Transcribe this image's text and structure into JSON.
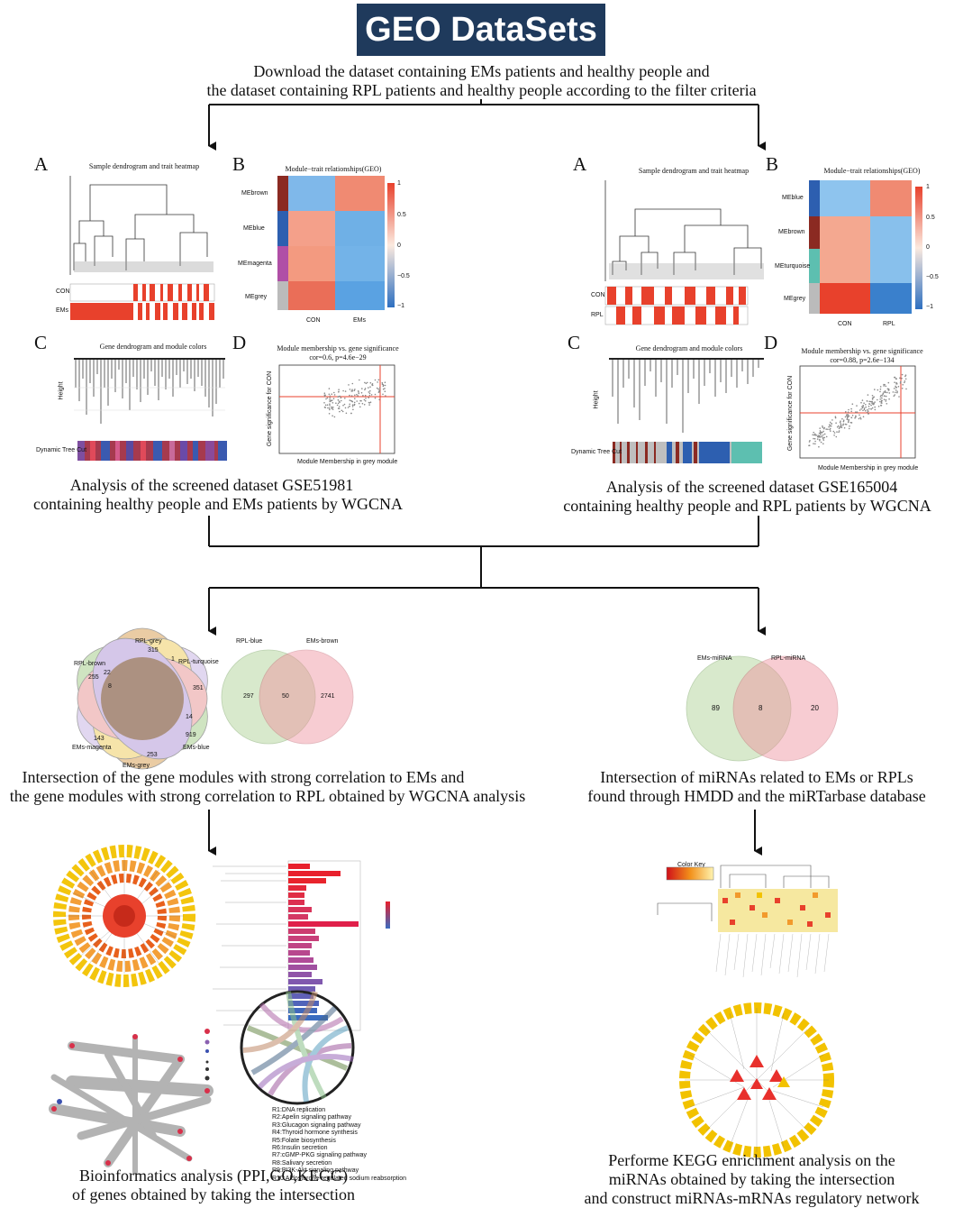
{
  "header": {
    "title": "GEO DataSets",
    "download_text_1": "Download the dataset containing EMs patients and healthy people and",
    "download_text_2": "the dataset containing RPL patients and healthy people according to the filter criteria"
  },
  "left_wgcna": {
    "panel_a": {
      "letter": "A",
      "title": "Sample dendrogram and trait heatmap",
      "row1": "CON",
      "row2": "EMs"
    },
    "panel_b": {
      "letter": "B",
      "title": "Module−trait relationships(GEO)",
      "modules": [
        "MEbrown",
        "MEblue",
        "MEmagenta",
        "MEgrey"
      ],
      "cols": [
        "CON",
        "EMs"
      ],
      "scale": [
        "1",
        "0.5",
        "0",
        "−0.5",
        "−1"
      ]
    },
    "panel_c": {
      "letter": "C",
      "title": "Gene dendrogram and module colors",
      "ylabel": "Height",
      "rowlabel": "Dynamic Tree Cut"
    },
    "panel_d": {
      "letter": "D",
      "title_1": "Module membership vs. gene significance",
      "title_2": "cor=0.6, p=4.6e−29",
      "xlabel": "Module Membership in grey module",
      "ylabel": "Gene significance for CON"
    },
    "caption_1": "Analysis of the screened dataset GSE51981",
    "caption_2": "containing healthy people and EMs patients by WGCNA"
  },
  "right_wgcna": {
    "panel_a": {
      "letter": "A",
      "title": "Sample dendrogram and trait heatmap",
      "row1": "CON",
      "row2": "RPL"
    },
    "panel_b": {
      "letter": "B",
      "title": "Module−trait relationships(GEO)",
      "modules": [
        "MEblue",
        "MEbrown",
        "MEturquoise",
        "MEgrey"
      ],
      "cols": [
        "CON",
        "RPL"
      ],
      "scale": [
        "1",
        "0.5",
        "0",
        "−0.5",
        "−1"
      ]
    },
    "panel_c": {
      "letter": "C",
      "title": "Gene dendrogram and module colors",
      "ylabel": "Height",
      "rowlabel": "Dynamic Tree Cut"
    },
    "panel_d": {
      "letter": "D",
      "title_1": "Module membership vs. gene significance",
      "title_2": "cor=0.88, p=2.6e−134",
      "xlabel": "Module Membership in grey module",
      "ylabel": "Gene significance for CON"
    },
    "caption_1": "Analysis of the screened dataset GSE165004",
    "caption_2": "containing healthy people and RPL patients by WGCNA"
  },
  "gene_venn": {
    "multi_labels": [
      "RPL-grey",
      "RPL-turquoise",
      "RPL-brown",
      "EMs-magenta",
      "EMs-grey",
      "EMs-blue"
    ],
    "multi_counts": [
      "315",
      "351",
      "255",
      "143",
      "253",
      "919",
      "22",
      "14",
      "8",
      "1"
    ],
    "two_labels": [
      "RPL-blue",
      "EMs-brown"
    ],
    "two_counts": [
      "297",
      "50",
      "2741"
    ],
    "caption_1": "Intersection of the gene modules with strong correlation to EMs and",
    "caption_2": "the gene modules with strong correlation to RPL obtained by WGCNA analysis"
  },
  "mirna_venn": {
    "labels": [
      "EMs-miRNA",
      "RPL-miRNA"
    ],
    "counts": [
      "89",
      "8",
      "20"
    ],
    "caption_1": "Intersection of miRNAs related to EMs or RPLs",
    "caption_2": "found through HMDD and the miRTarbase database"
  },
  "bioinfo": {
    "legend_items": [
      "R1:DNA replication",
      "R2:Apelin signaling pathway",
      "R3:Glucagon signaling pathway",
      "R4:Thyroid hormone synthesis",
      "R5:Folate biosynthesis",
      "R6:Insulin secretion",
      "R7:cGMP-PKG signaling pathway",
      "R8:Salivary secretion",
      "R9:PI3K-Akt signaling pathway",
      "R10:Aldosterone-regulated sodium reabsorption"
    ],
    "caption_1": "Bioinformatics analysis (PPI,GO,KEGG)",
    "caption_2": "of genes obtained by taking the intersection"
  },
  "kegg": {
    "color_key": "Color Key",
    "caption_1": "Performe KEGG enrichment analysis on the",
    "caption_2": "miRNAs obtained by taking the intersection",
    "caption_3": "and construct miRNAs-mRNAs regulatory network"
  },
  "colors": {
    "header_bg": "#1f3a5c",
    "red": "#e8412c",
    "blue": "#2d6fc0",
    "venn_green": "#a9cf8f",
    "venn_pink": "#ef8f9c"
  }
}
